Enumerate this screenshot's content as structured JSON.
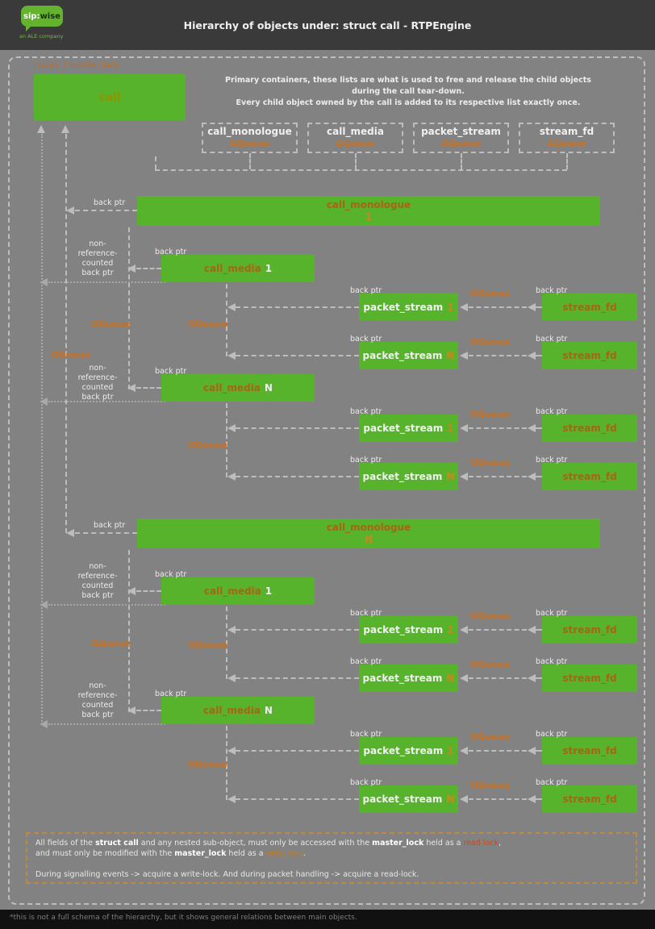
{
  "header": {
    "logo_sip": "sip:",
    "logo_wise": "wise",
    "logo_tagline": "an ALE company",
    "title": "Hierarchy of objects under: struct call - RTPEngine"
  },
  "colors": {
    "background": "#828282",
    "header_bg": "#3a3a3a",
    "box_green": "#58b32c",
    "accent_orange": "#c96f1f",
    "name_orange": "#a96410",
    "count_orange": "#c9871e",
    "read_lock_red": "#d0491a",
    "write_lock_orange": "#c57a18",
    "line_gray": "#bdbdbd"
  },
  "top_left": {
    "lock_label": "rwlock_t master_lock",
    "call_label": "call"
  },
  "intro": {
    "line1": "Primary containers, these lists are what is used to free and release the child objects",
    "line2": "during the call tear-down.",
    "line3": "Every child object owned by the call is added to its respective list exactly once."
  },
  "list_boxes": [
    {
      "name": "call_monologue",
      "type": "GQueue"
    },
    {
      "name": "call_media",
      "type": "GQueue"
    },
    {
      "name": "packet_stream",
      "type": "GQueue"
    },
    {
      "name": "stream_fd",
      "type": "GQueue"
    }
  ],
  "labels": {
    "back_ptr": "back ptr",
    "gqueue": "GQueue",
    "non_ref_lines": [
      "non-",
      "reference-",
      "counted",
      "back ptr"
    ]
  },
  "bars": [
    {
      "name": "call_monologue",
      "count": "1"
    },
    {
      "name": "call_monologue",
      "count": "N"
    }
  ],
  "media_boxes": [
    {
      "name": "call_media",
      "count": "1"
    },
    {
      "name": "call_media",
      "count": "N"
    },
    {
      "name": "call_media",
      "count": "1"
    },
    {
      "name": "call_media",
      "count": "N"
    }
  ],
  "stream_boxes": [
    {
      "name": "packet_stream",
      "count": "1"
    },
    {
      "name": "packet_stream",
      "count": "N"
    },
    {
      "name": "packet_stream",
      "count": "1"
    },
    {
      "name": "packet_stream",
      "count": "N"
    },
    {
      "name": "packet_stream",
      "count": "1"
    },
    {
      "name": "packet_stream",
      "count": "N"
    },
    {
      "name": "packet_stream",
      "count": "1"
    },
    {
      "name": "packet_stream",
      "count": "N"
    }
  ],
  "fd_boxes": [
    {
      "name": "stream_fd"
    },
    {
      "name": "stream_fd"
    },
    {
      "name": "stream_fd"
    },
    {
      "name": "stream_fd"
    },
    {
      "name": "stream_fd"
    },
    {
      "name": "stream_fd"
    },
    {
      "name": "stream_fd"
    },
    {
      "name": "stream_fd"
    }
  ],
  "note": {
    "l1a": "All fields of the ",
    "l1b": "struct call",
    "l1c": " and any nested sub-object, must only be accessed with the ",
    "l1d": "master_lock",
    "l1e": " held as a ",
    "l1f": "read lock",
    "l1g": ",",
    "l2a": "and must only be modified with the ",
    "l2b": "master_lock",
    "l2c": " held as a ",
    "l2d": "write lock",
    "l2e": ".",
    "l3": "During signalling events -> acquire a write-lock. And during packet handling -> acquire a read-lock."
  },
  "footnote": "*this is not a full schema of the hierarchy, but it shows general relations between main objects."
}
